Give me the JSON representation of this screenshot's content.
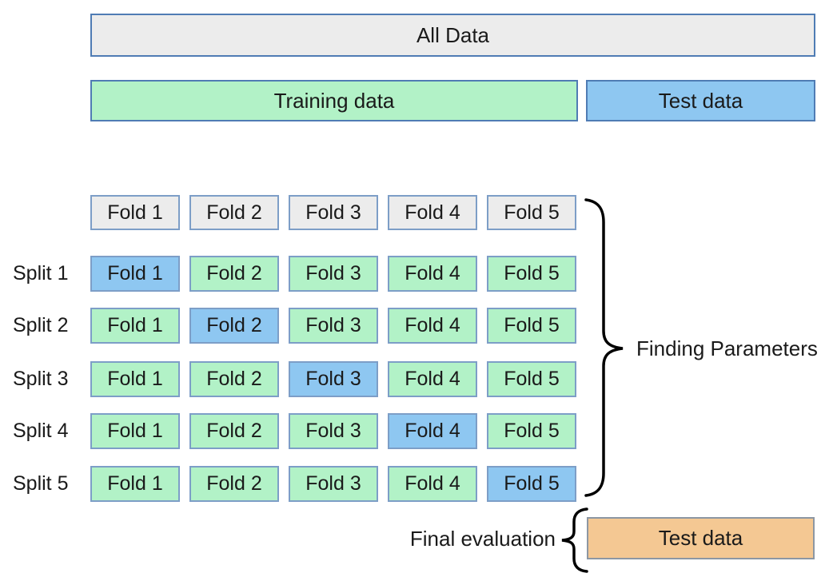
{
  "diagram": {
    "top": {
      "all_data_label": "All Data",
      "training_label": "Training data",
      "test_label": "Test data"
    },
    "fold_headers": [
      "Fold 1",
      "Fold 2",
      "Fold 3",
      "Fold 4",
      "Fold 5"
    ],
    "splits": [
      {
        "label": "Split 1",
        "folds": [
          "Fold 1",
          "Fold 2",
          "Fold 3",
          "Fold 4",
          "Fold 5"
        ],
        "test_fold_index": 0
      },
      {
        "label": "Split 2",
        "folds": [
          "Fold 1",
          "Fold 2",
          "Fold 3",
          "Fold 4",
          "Fold 5"
        ],
        "test_fold_index": 1
      },
      {
        "label": "Split 3",
        "folds": [
          "Fold 1",
          "Fold 2",
          "Fold 3",
          "Fold 4",
          "Fold 5"
        ],
        "test_fold_index": 2
      },
      {
        "label": "Split 4",
        "folds": [
          "Fold 1",
          "Fold 2",
          "Fold 3",
          "Fold 4",
          "Fold 5"
        ],
        "test_fold_index": 3
      },
      {
        "label": "Split 5",
        "folds": [
          "Fold 1",
          "Fold 2",
          "Fold 3",
          "Fold 4",
          "Fold 5"
        ],
        "test_fold_index": 4
      }
    ],
    "annotations": {
      "finding_parameters": "Finding Parameters",
      "final_evaluation": "Final evaluation",
      "final_test_label": "Test data"
    },
    "colors": {
      "green_fill": "#b2f2c7",
      "blue_fill": "#8ec7f1",
      "gray_fill": "#ececec",
      "orange_fill": "#f4c893",
      "box_border": "#7d9ec7",
      "bar_border": "#4f7cb4",
      "orange_border": "#8d97a3",
      "text": "#1a1a1a"
    }
  }
}
